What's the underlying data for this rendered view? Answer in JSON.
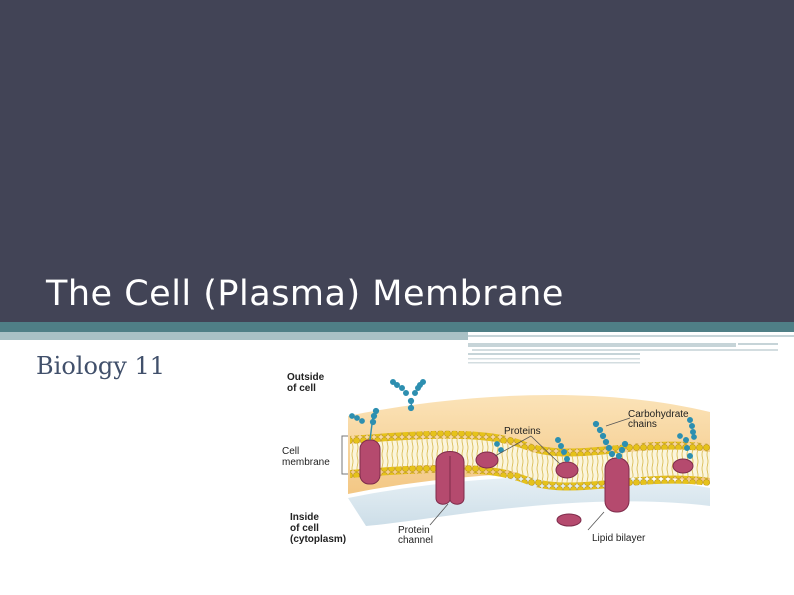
{
  "slide": {
    "title": "The Cell (Plasma) Membrane",
    "subtitle": "Biology 11"
  },
  "figure": {
    "labels": {
      "outside_1": "Outside",
      "outside_2": "of cell",
      "cell_membrane_1": "Cell",
      "cell_membrane_2": "membrane",
      "inside_1": "Inside",
      "inside_2": "of cell",
      "inside_3": "(cytoplasm)",
      "proteins": "Proteins",
      "carbohydrate_1": "Carbohydrate",
      "carbohydrate_2": "chains",
      "protein_channel_1": "Protein",
      "protein_channel_2": "channel",
      "lipid_bilayer": "Lipid bilayer"
    }
  },
  "colors": {
    "title_band": "#424456",
    "accent_teal": "#4f7f86",
    "accent_light": "#a9c1c5",
    "subtitle_text": "#41506b",
    "protein": "#b54a6e",
    "lipid_head": "#e6c21a",
    "carbohydrate": "#2d8fb0"
  }
}
